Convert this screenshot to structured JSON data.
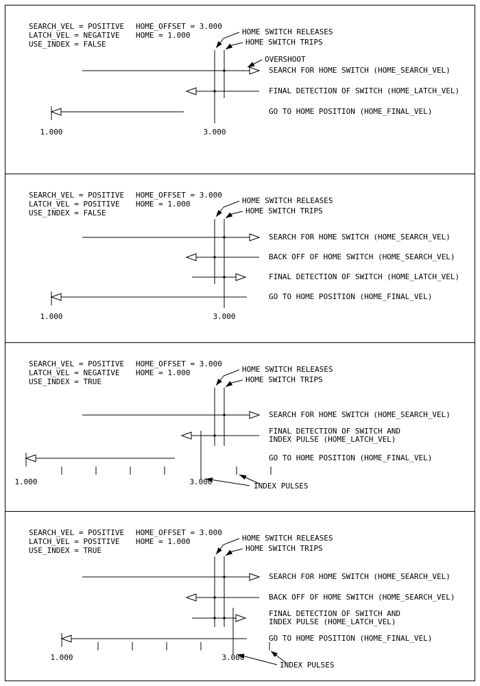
{
  "colors": {
    "ink": "#000000",
    "background": "#ffffff"
  },
  "panels": [
    {
      "params": [
        {
          "left": "SEARCH_VEL = POSITIVE",
          "right": "HOME_OFFSET = 3.000"
        },
        {
          "left": "LATCH_VEL = NEGATIVE",
          "right": "HOME = 1.000"
        },
        {
          "left": "USE_INDEX = FALSE",
          "right": ""
        }
      ],
      "callout_releases": "HOME SWITCH RELEASES",
      "callout_trips": "HOME SWITCH TRIPS",
      "callout_overshoot": "OVERSHOOT",
      "steps": [
        "SEARCH FOR HOME SWITCH (HOME_SEARCH_VEL)",
        "FINAL DETECTION OF SWITCH (HOME_LATCH_VEL)",
        "GO TO HOME POSITION (HOME_FINAL_VEL)"
      ],
      "axis_home": "1.000",
      "axis_offset": "3.000"
    },
    {
      "params": [
        {
          "left": "SEARCH_VEL = POSITIVE",
          "right": "HOME_OFFSET = 3.000"
        },
        {
          "left": "LATCH_VEL = POSITIVE",
          "right": "HOME = 1.000"
        },
        {
          "left": "USE_INDEX = FALSE",
          "right": ""
        }
      ],
      "callout_releases": "HOME SWITCH RELEASES",
      "callout_trips": "HOME SWITCH TRIPS",
      "steps": [
        "SEARCH FOR HOME SWITCH (HOME_SEARCH_VEL)",
        "BACK OFF OF HOME SWITCH (HOME_SEARCH_VEL)",
        "FINAL DETECTION OF SWITCH (HOME_LATCH_VEL)",
        "GO TO HOME POSITION (HOME_FINAL_VEL)"
      ],
      "axis_home": "1.000",
      "axis_offset": "3.000"
    },
    {
      "params": [
        {
          "left": "SEARCH_VEL = POSITIVE",
          "right": "HOME_OFFSET = 3.000"
        },
        {
          "left": "LATCH_VEL = NEGATIVE",
          "right": "HOME = 1.000"
        },
        {
          "left": "USE_INDEX = TRUE",
          "right": ""
        }
      ],
      "callout_releases": "HOME SWITCH RELEASES",
      "callout_trips": "HOME SWITCH TRIPS",
      "steps": [
        "SEARCH FOR HOME SWITCH (HOME_SEARCH_VEL)",
        "FINAL DETECTION OF SWITCH AND",
        "INDEX PULSE (HOME_LATCH_VEL)",
        "GO TO HOME POSITION (HOME_FINAL_VEL)"
      ],
      "index_label": "INDEX PULSES",
      "axis_home": "1.000",
      "axis_offset": "3.000"
    },
    {
      "params": [
        {
          "left": "SEARCH_VEL = POSITIVE",
          "right": "HOME_OFFSET = 3.000"
        },
        {
          "left": "LATCH_VEL = POSITIVE",
          "right": "HOME = 1.000"
        },
        {
          "left": "USE_INDEX = TRUE",
          "right": ""
        }
      ],
      "callout_releases": "HOME SWITCH RELEASES",
      "callout_trips": "HOME SWITCH TRIPS",
      "steps": [
        "SEARCH FOR HOME SWITCH (HOME_SEARCH_VEL)",
        "BACK OFF OF HOME SWITCH (HOME_SEARCH_VEL)",
        "FINAL DETECTION OF SWITCH AND",
        "INDEX PULSE (HOME_LATCH_VEL)",
        "GO TO HOME POSITION (HOME_FINAL_VEL)"
      ],
      "index_label": "INDEX PULSES",
      "axis_home": "1.000",
      "axis_offset": "3.000"
    }
  ]
}
